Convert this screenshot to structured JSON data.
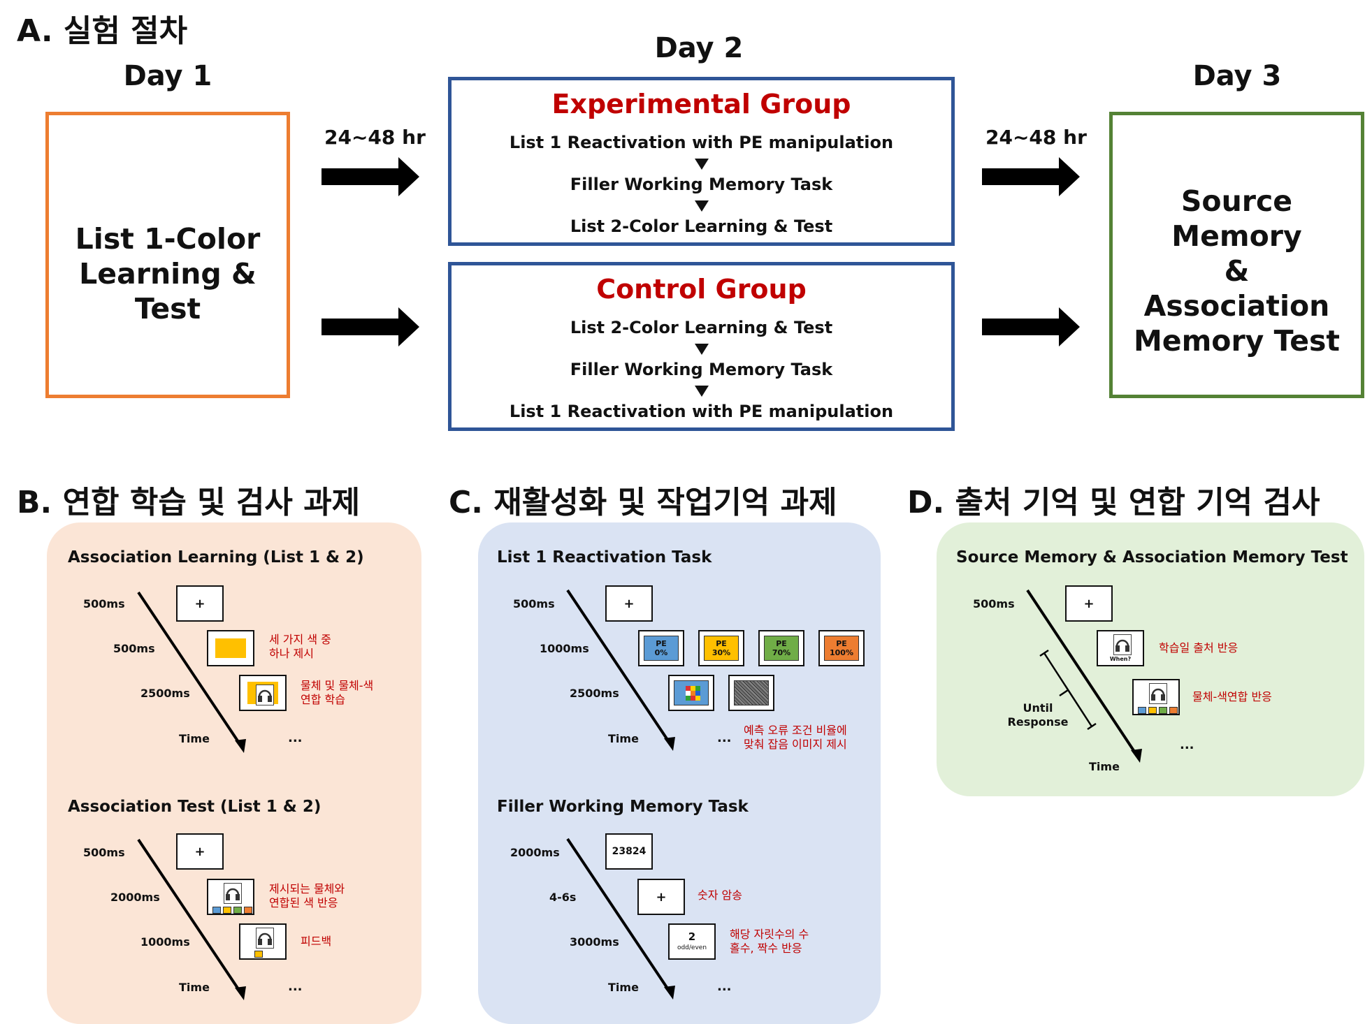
{
  "sectionA": {
    "title": "A. 실험 절차",
    "day1": {
      "label": "Day 1",
      "box_line1": "List 1-Color",
      "box_line2": "Learning & Test"
    },
    "day2": {
      "label": "Day 2",
      "experimental": {
        "title": "Experimental Group",
        "steps": [
          "List 1 Reactivation with PE manipulation",
          "Filler Working Memory Task",
          "List 2-Color Learning & Test"
        ]
      },
      "control": {
        "title": "Control Group",
        "steps": [
          "List 2-Color Learning & Test",
          "Filler Working Memory Task",
          "List 1 Reactivation with PE manipulation"
        ]
      }
    },
    "day3": {
      "label": "Day 3",
      "box_lines": [
        "Source Memory",
        "&",
        "Association",
        "Memory Test"
      ]
    },
    "interval_1": "24~48 hr",
    "interval_2": "24~48 hr"
  },
  "sectionB": {
    "title": "B. 연합 학습 및 검사 과제",
    "learning": {
      "title": "Association Learning (List 1 & 2)",
      "timings": [
        "500ms",
        "500ms",
        "2500ms"
      ],
      "fixation": "+",
      "note1": [
        "세 가지 색 중",
        "하나 제시"
      ],
      "note2": [
        "물체 및 물체-색",
        "연합 학습"
      ],
      "time_label": "Time",
      "ellipsis": "..."
    },
    "test": {
      "title": "Association Test (List 1 & 2)",
      "timings": [
        "500ms",
        "2000ms",
        "1000ms"
      ],
      "fixation": "+",
      "note1": [
        "제시되는 물체와",
        "연합된 색 반응"
      ],
      "note2": [
        "피드백"
      ],
      "time_label": "Time",
      "ellipsis": "..."
    }
  },
  "sectionC": {
    "title": "C. 재활성화 및 작업기억 과제",
    "reactivation": {
      "title": "List 1 Reactivation Task",
      "timings": [
        "500ms",
        "1000ms",
        "2500ms"
      ],
      "fixation": "+",
      "pe_conditions": [
        {
          "label": "PE",
          "value": "0%",
          "color": "#5b9bd5"
        },
        {
          "label": "PE",
          "value": "30%",
          "color": "#ffc000"
        },
        {
          "label": "PE",
          "value": "70%",
          "color": "#70ad47"
        },
        {
          "label": "PE",
          "value": "100%",
          "color": "#ed7d31"
        }
      ],
      "note": [
        "예측 오류 조건 비율에",
        "맞춰 잡음 이미지 제시"
      ],
      "time_label": "Time",
      "ellipsis": "..."
    },
    "filler": {
      "title": "Filler Working Memory Task",
      "timings": [
        "2000ms",
        "4-6s",
        "3000ms"
      ],
      "digits": "23824",
      "fixation": "+",
      "probe_digit": "2",
      "probe_label": "odd/even",
      "note1": [
        "숫자 암송"
      ],
      "note2": [
        "해당 자릿수의 수",
        "홀수, 짝수 반응"
      ],
      "time_label": "Time",
      "ellipsis": "..."
    }
  },
  "sectionD": {
    "title": "D. 출처 기억 및 연합 기억 검사",
    "panel_title": "Source Memory & Association Memory Test",
    "timings": [
      "500ms"
    ],
    "fixation": "+",
    "when_label": "When?",
    "note1": [
      "학습일 출처 반응"
    ],
    "note2": [
      "물체-색연합 반응"
    ],
    "until_response": [
      "Until",
      "Response"
    ],
    "time_label": "Time",
    "ellipsis": "..."
  },
  "colors": {
    "day1_border": "#ed7d31",
    "day2_border": "#2f5597",
    "day3_border": "#548235",
    "group_title": "#c00000",
    "panelB_bg": "#fbe5d6",
    "panelC_bg": "#dae3f3",
    "panelD_bg": "#e2f0d9",
    "yellow": "#ffc000"
  },
  "icons": [
    "right-arrow-icon",
    "down-triangle-icon",
    "headphones-icon",
    "rubiks-cube-icon",
    "noise-image-icon"
  ]
}
